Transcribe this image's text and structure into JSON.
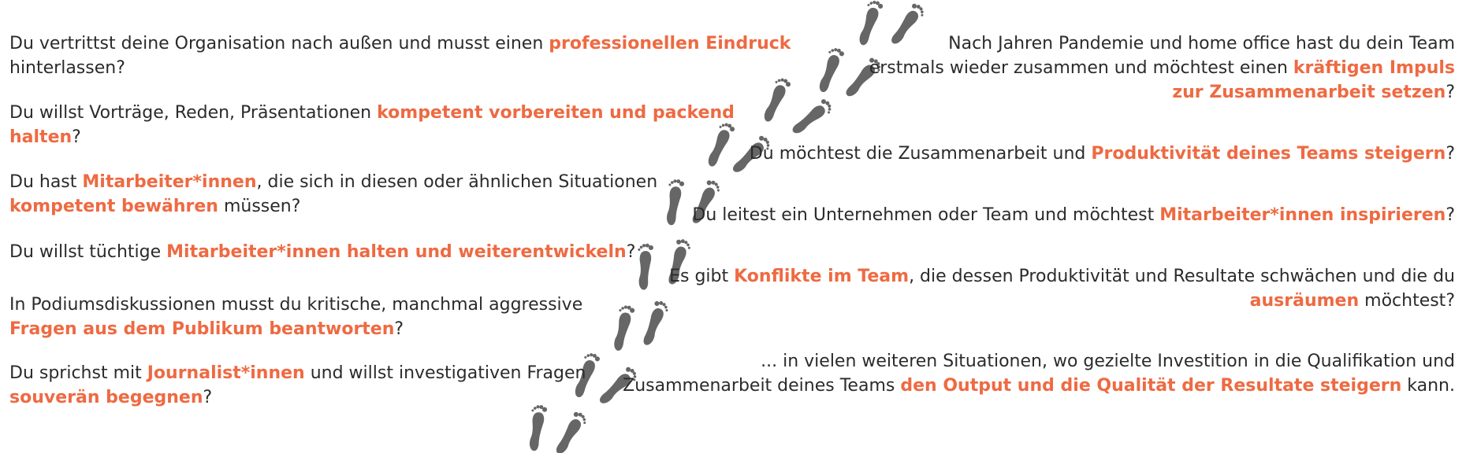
{
  "accent_color": "#ee6a42",
  "footprint_color": "#666666",
  "left": [
    {
      "parts": [
        {
          "t": "Du vertrittst deine Organisation nach außen und musst einen ",
          "h": false
        },
        {
          "t": "professionellen Eindruck",
          "h": true
        },
        {
          "br": true
        },
        {
          "t": "hinterlassen?",
          "h": false
        }
      ]
    },
    {
      "parts": [
        {
          "t": "Du willst Vorträge, Reden, Präsentationen ",
          "h": false
        },
        {
          "t": "kompetent vorbereiten und packend",
          "h": true
        },
        {
          "br": true
        },
        {
          "t": "halten",
          "h": true
        },
        {
          "t": "?",
          "h": false
        }
      ]
    },
    {
      "parts": [
        {
          "t": "Du hast ",
          "h": false
        },
        {
          "t": "Mitarbeiter*innen",
          "h": true
        },
        {
          "t": ", die sich in diesen oder ähnlichen Situationen",
          "h": false
        },
        {
          "br": true
        },
        {
          "t": "kompetent bewähren",
          "h": true
        },
        {
          "t": " müssen?",
          "h": false
        }
      ]
    },
    {
      "parts": [
        {
          "t": "Du willst tüchtige ",
          "h": false
        },
        {
          "t": "Mitarbeiter*innen halten und weiterentwickeln",
          "h": true
        },
        {
          "t": "?",
          "h": false
        }
      ]
    },
    {
      "parts": [
        {
          "t": "In Podiumsdiskussionen musst du kritische, manchmal aggressive",
          "h": false
        },
        {
          "br": true
        },
        {
          "t": "Fragen aus dem Publikum beantworten",
          "h": true
        },
        {
          "t": "?",
          "h": false
        }
      ]
    },
    {
      "parts": [
        {
          "t": "Du sprichst mit ",
          "h": false
        },
        {
          "t": "Journalist*innen",
          "h": true
        },
        {
          "t": " und willst investigativen Fragen",
          "h": false
        },
        {
          "br": true
        },
        {
          "t": "souverän begegnen",
          "h": true
        },
        {
          "t": "?",
          "h": false
        }
      ]
    }
  ],
  "right": [
    {
      "parts": [
        {
          "t": "Nach Jahren Pandemie und home office hast du dein Team",
          "h": false
        },
        {
          "br": true
        },
        {
          "t": "erstmals wieder zusammen und möchtest einen ",
          "h": false
        },
        {
          "t": "kräftigen Impuls",
          "h": true
        },
        {
          "br": true
        },
        {
          "t": "zur Zusammenarbeit setzen",
          "h": true
        },
        {
          "t": "?",
          "h": false
        }
      ]
    },
    {
      "parts": [
        {
          "t": "Du möchtest die Zusammenarbeit und ",
          "h": false
        },
        {
          "t": "Produktivität deines Teams steigern",
          "h": true
        },
        {
          "t": "?",
          "h": false
        }
      ]
    },
    {
      "parts": [
        {
          "t": "Du leitest ein Unternehmen oder Team und möchtest ",
          "h": false
        },
        {
          "t": "Mitarbeiter*innen inspirieren",
          "h": true
        },
        {
          "t": "?",
          "h": false
        }
      ]
    },
    {
      "parts": [
        {
          "t": "Es gibt ",
          "h": false
        },
        {
          "t": "Konflikte im Team",
          "h": true
        },
        {
          "t": ", die dessen Produktivität und Resultate schwächen und die du",
          "h": false
        },
        {
          "br": true
        },
        {
          "t": "ausräumen",
          "h": true
        },
        {
          "t": " möchtest?",
          "h": false
        }
      ]
    },
    {
      "parts": [
        {
          "t": "... in vielen weiteren Situationen, wo gezielte Investition in die Qualifikation und",
          "h": false
        },
        {
          "br": true
        },
        {
          "t": "Zusammenarbeit deines Teams ",
          "h": false
        },
        {
          "t": "den Output und die Qualität der Resultate steigern",
          "h": true
        },
        {
          "t": " kann.",
          "h": false
        }
      ]
    }
  ]
}
